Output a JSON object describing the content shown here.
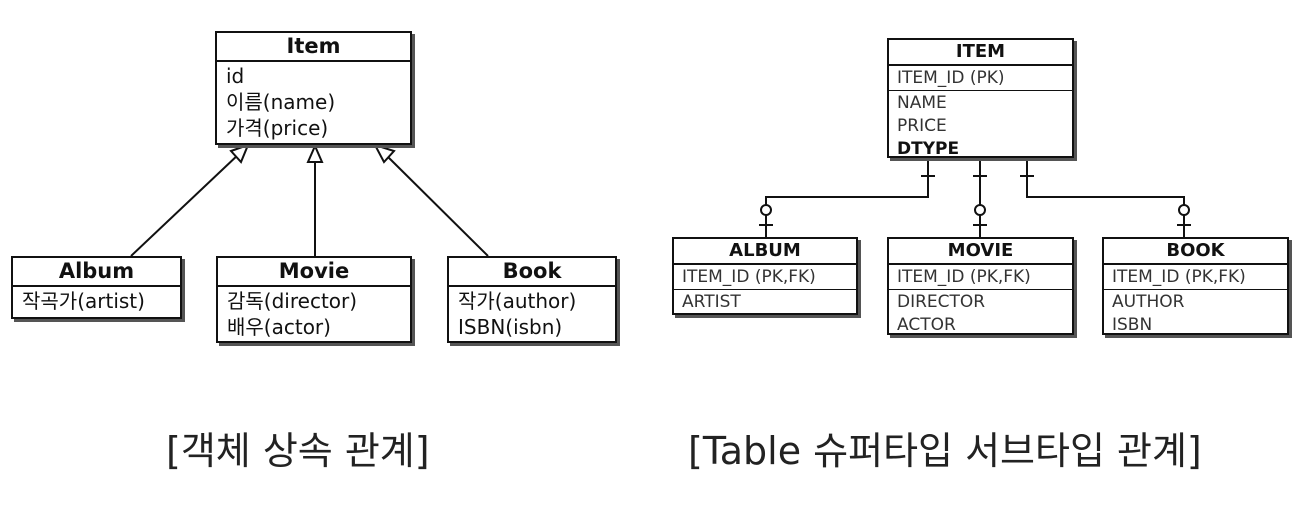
{
  "class_diagram": {
    "item": {
      "title": "Item",
      "fields": [
        "id",
        "이름(name)",
        "가격(price)"
      ]
    },
    "album": {
      "title": "Album",
      "fields": [
        "작곡가(artist)"
      ]
    },
    "movie": {
      "title": "Movie",
      "fields": [
        "감독(director)",
        "배우(actor)"
      ]
    },
    "book": {
      "title": "Book",
      "fields": [
        "작가(author)",
        "ISBN(isbn)"
      ]
    },
    "caption": "[객체 상속 관계]"
  },
  "table_diagram": {
    "item": {
      "title": "ITEM",
      "pk": "ITEM_ID (PK)",
      "columns": [
        "NAME",
        "PRICE",
        "DTYPE"
      ]
    },
    "album": {
      "title": "ALBUM",
      "pk": "ITEM_ID (PK,FK)",
      "columns": [
        "ARTIST"
      ]
    },
    "movie": {
      "title": "MOVIE",
      "pk": "ITEM_ID (PK,FK)",
      "columns": [
        "DIRECTOR",
        "ACTOR"
      ]
    },
    "book": {
      "title": "BOOK",
      "pk": "ITEM_ID (PK,FK)",
      "columns": [
        "AUTHOR",
        "ISBN"
      ]
    },
    "caption": "[Table 슈퍼타입 서브타입 관계]"
  }
}
